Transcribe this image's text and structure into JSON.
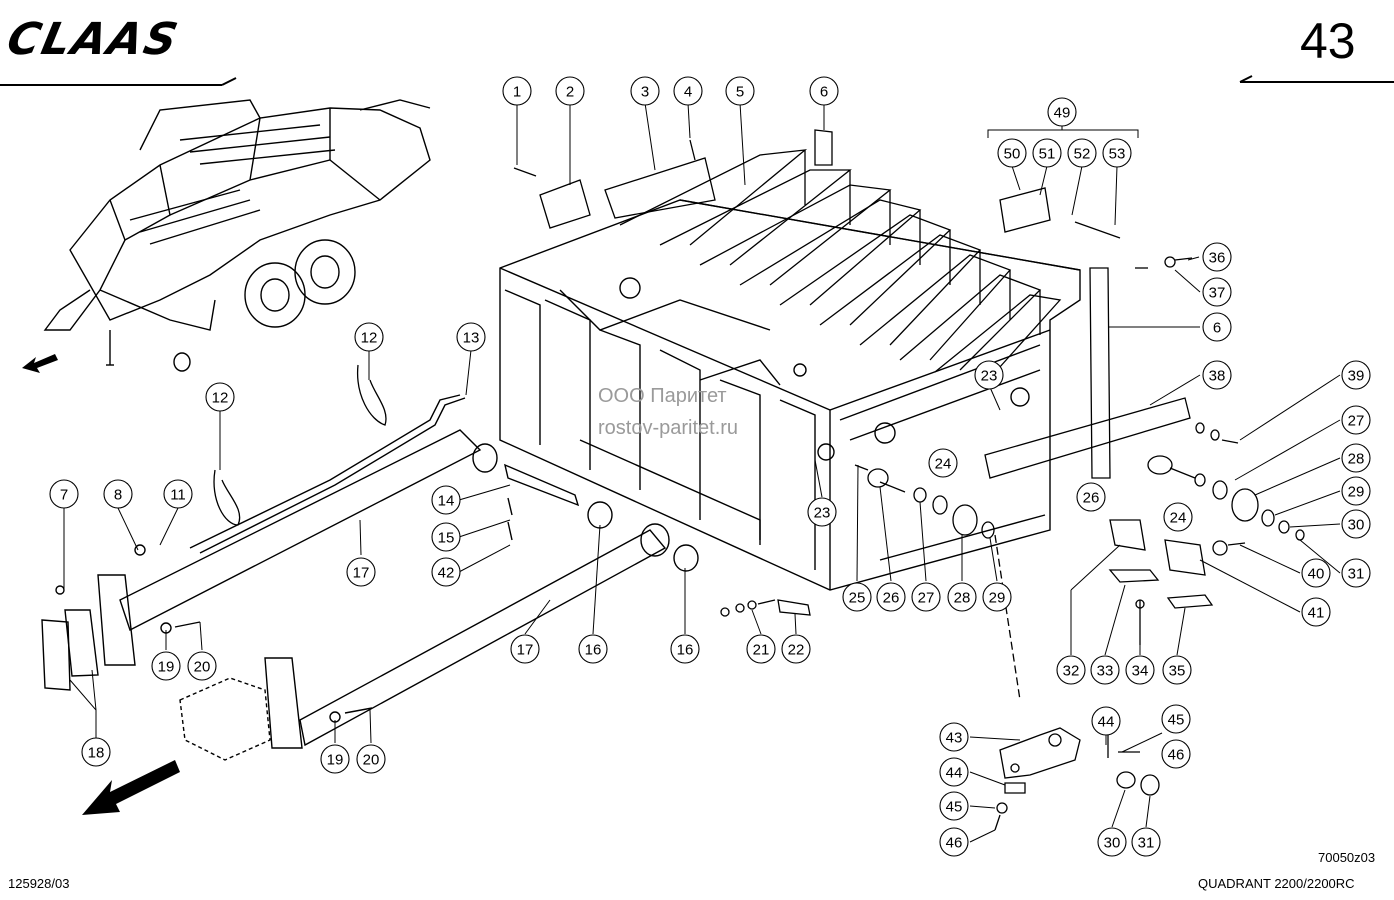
{
  "brand": "CLAAS",
  "page_number": "43",
  "drawing_code": "70050z03",
  "doc_number": "125928/03",
  "model": "QUADRANT 2200/2200RC",
  "watermark": {
    "line1": "ООО Паритет",
    "line2": "rostov-paritet.ru"
  },
  "callouts": [
    {
      "label": "1"
    },
    {
      "label": "2"
    },
    {
      "label": "3"
    },
    {
      "label": "4"
    },
    {
      "label": "5"
    },
    {
      "label": "6"
    },
    {
      "label": "49"
    },
    {
      "label": "50"
    },
    {
      "label": "51"
    },
    {
      "label": "52"
    },
    {
      "label": "53"
    },
    {
      "label": "36"
    },
    {
      "label": "37"
    },
    {
      "label": "6"
    },
    {
      "label": "38"
    },
    {
      "label": "39"
    },
    {
      "label": "23"
    },
    {
      "label": "23"
    },
    {
      "label": "27"
    },
    {
      "label": "28"
    },
    {
      "label": "29"
    },
    {
      "label": "30"
    },
    {
      "label": "31"
    },
    {
      "label": "24"
    },
    {
      "label": "26"
    },
    {
      "label": "24"
    },
    {
      "label": "40"
    },
    {
      "label": "41"
    },
    {
      "label": "12"
    },
    {
      "label": "13"
    },
    {
      "label": "12"
    },
    {
      "label": "14"
    },
    {
      "label": "15"
    },
    {
      "label": "42"
    },
    {
      "label": "17"
    },
    {
      "label": "7"
    },
    {
      "label": "8"
    },
    {
      "label": "11"
    },
    {
      "label": "19"
    },
    {
      "label": "20"
    },
    {
      "label": "18"
    },
    {
      "label": "19"
    },
    {
      "label": "20"
    },
    {
      "label": "17"
    },
    {
      "label": "16"
    },
    {
      "label": "16"
    },
    {
      "label": "21"
    },
    {
      "label": "22"
    },
    {
      "label": "25"
    },
    {
      "label": "26"
    },
    {
      "label": "27"
    },
    {
      "label": "28"
    },
    {
      "label": "29"
    },
    {
      "label": "32"
    },
    {
      "label": "33"
    },
    {
      "label": "34"
    },
    {
      "label": "35"
    },
    {
      "label": "43"
    },
    {
      "label": "44"
    },
    {
      "label": "45"
    },
    {
      "label": "46"
    },
    {
      "label": "44"
    },
    {
      "label": "45"
    },
    {
      "label": "46"
    },
    {
      "label": "30"
    },
    {
      "label": "31"
    }
  ]
}
